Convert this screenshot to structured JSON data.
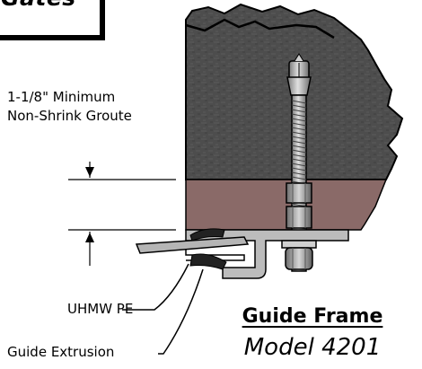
{
  "brand": {
    "text": "Gates"
  },
  "labels": {
    "grout_line1": "1-1/8\" Minimum",
    "grout_line2": "Non-Shrink Groute",
    "uhmw": "UHMW PE",
    "extrusion": "Guide Extrusion"
  },
  "title": {
    "main": "Guide Frame",
    "sub": "Model 4201"
  },
  "colors": {
    "concrete": "#4a4a4a",
    "grout": "#8a6a68",
    "metal": "#b8b8b8",
    "line": "#000000"
  }
}
